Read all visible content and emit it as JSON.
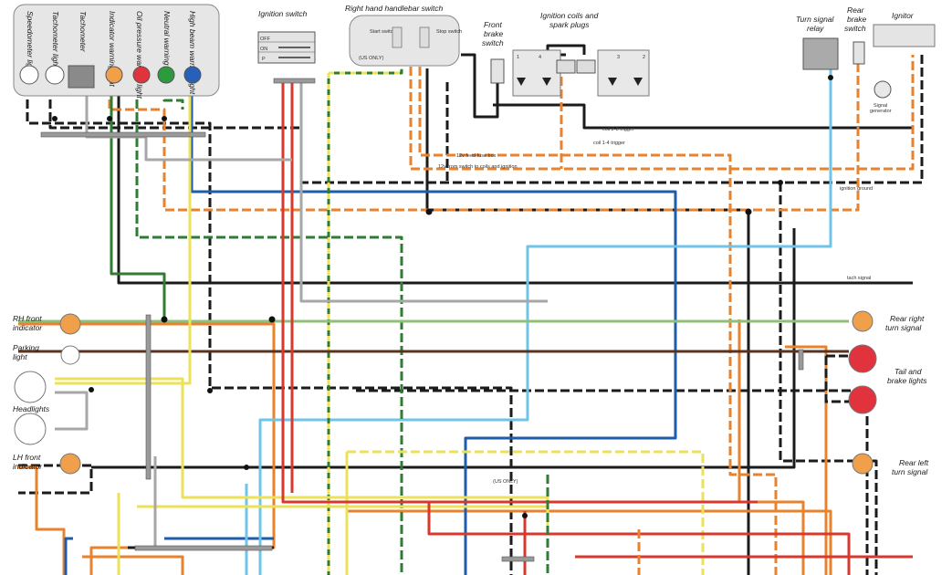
{
  "panel": {
    "lights": [
      "Speedometer light",
      "Tachometer light",
      "Tachometer",
      "Indicator warning light",
      "Oil pressure warning light",
      "Neutral warning light",
      "High beam warning light"
    ]
  },
  "labels": {
    "ignition_switch": "Ignition switch",
    "ign_off": "OFF",
    "ign_on": "ON",
    "ign_p": "P",
    "rh_handlebar": "Right hand handlebar switch",
    "start_switch": "Start switch",
    "stop_switch": "Stop switch",
    "us_only_top": "(US ONLY)",
    "front_brake": [
      "Front",
      "brake",
      "switch"
    ],
    "coils": [
      "Ignition coils and",
      "spark plugs"
    ],
    "coil_nums": [
      "1",
      "4",
      "3",
      "2"
    ],
    "turn_relay": [
      "Turn signal",
      "relay"
    ],
    "rear_brake": [
      "Rear",
      "brake",
      "switch"
    ],
    "ignitor": "Ignitor",
    "signal_gen": [
      "Signal",
      "generator"
    ],
    "rh_front": [
      "RH front",
      "indicator"
    ],
    "parking": [
      "Parking",
      "light"
    ],
    "headlights": "Headlights",
    "lh_front": [
      "LH front",
      "indicator"
    ],
    "rear_right": [
      "Rear right",
      "turn signal"
    ],
    "tail_brake": [
      "Tail and",
      "brake lights"
    ],
    "rear_left": [
      "Rear left",
      "turn signal"
    ],
    "us_only_mid": "(US ONLY)"
  },
  "annotations": {
    "coil23": "coil 2-3 trigger",
    "coil14": "coil 1-4 trigger",
    "fuse": "12v feed fuse box",
    "switch_feed": "12v from switch to coils and ignition",
    "ign_ground": "ignition ground",
    "tach_signal": "tach signal"
  },
  "colors": {
    "black": "#1b1b1b",
    "orange": "#e9822c",
    "blue": "#1e5ea8",
    "lightblue": "#6fc4e8",
    "green": "#2f7d33",
    "yellow": "#ece25a",
    "red": "#d9382f",
    "brown": "#5a3320",
    "grey": "#a7a7a7",
    "lightgreen": "#8fc07a"
  }
}
